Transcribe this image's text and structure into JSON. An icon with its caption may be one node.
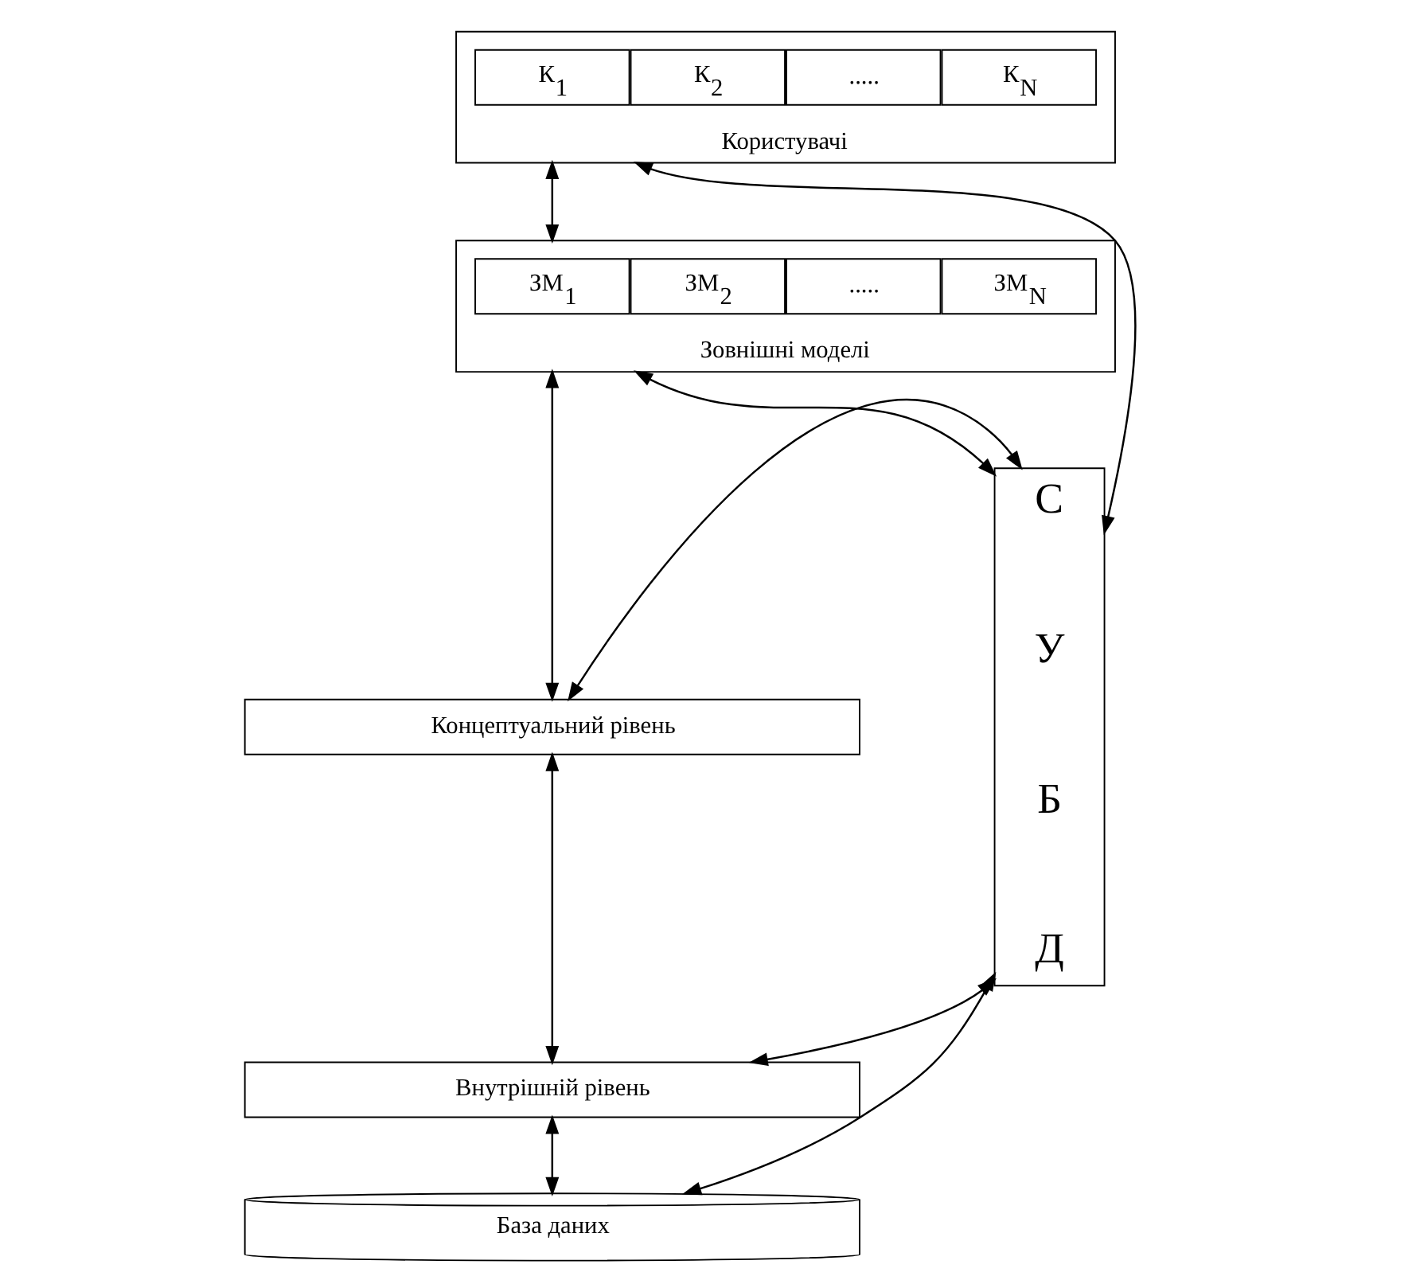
{
  "diagram": {
    "nodes": [
      {
        "text": [
          "Користувачі"
        ]
      },
      {
        "text": [
          "К$_{1}$"
        ],
        "in": 0
      },
      {
        "text": [
          "К$_{2}$"
        ],
        "in": 0
      },
      {
        "text": [
          "....."
        ],
        "in": 0
      },
      {
        "text": [
          "К$_{N}$"
        ],
        "in": 0
      },
      {
        "text": [
          "Зовнішні моделі"
        ]
      },
      {
        "text": [
          "ЗМ$_{1}$"
        ],
        "in": 5
      },
      {
        "text": [
          "ЗМ$_{2}$"
        ],
        "in": 5
      },
      {
        "text": [
          "....."
        ],
        "in": 5
      },
      {
        "text": [
          "ЗМ$_{N}$"
        ],
        "in": 5
      },
      {
        "text": [
          "Концептуальний рівень"
        ]
      },
      {
        "text": [
          "Внутрішній рівень"
        ]
      },
      {
        "text": [
          "База даних"
        ]
      },
      {
        "text": [
          "С У Б Д"
        ]
      }
    ],
    "edges": [
      {
        "from": 0,
        "to": 5,
        "arrow": "both"
      },
      {
        "from": 5,
        "to": 10,
        "arrow": "both"
      },
      {
        "from": 10,
        "to": 11,
        "arrow": "both"
      },
      {
        "from": 11,
        "to": 12,
        "arrow": "both"
      },
      {
        "from": 0,
        "to": 13,
        "arrow": "both"
      },
      {
        "from": 5,
        "to": 13,
        "arrow": "both"
      },
      {
        "from": 10,
        "to": 13,
        "arrow": "both"
      },
      {
        "from": 11,
        "to": 13,
        "arrow": "both"
      },
      {
        "from": 12,
        "to": 13,
        "arrow": "both"
      }
    ]
  }
}
